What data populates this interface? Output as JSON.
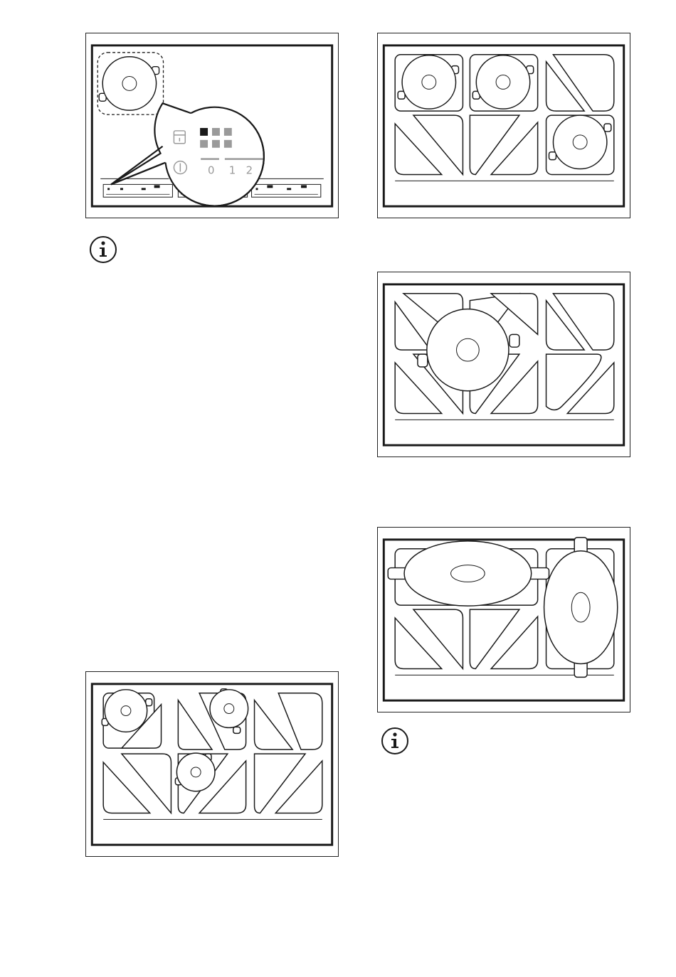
{
  "figures": {
    "fig1": {
      "indicator_icons": [
        "pan-lock-icon",
        "power-icon"
      ],
      "level_labels": [
        "0",
        "1",
        "2"
      ]
    },
    "fig2": {},
    "fig3": {},
    "fig4": {},
    "fig5": {}
  },
  "info_icons": [
    "info-icon",
    "info-icon"
  ],
  "colors": {
    "stroke": "#1a1a1a",
    "grey": "#9a9a9a",
    "active": "#1a1a1a"
  }
}
